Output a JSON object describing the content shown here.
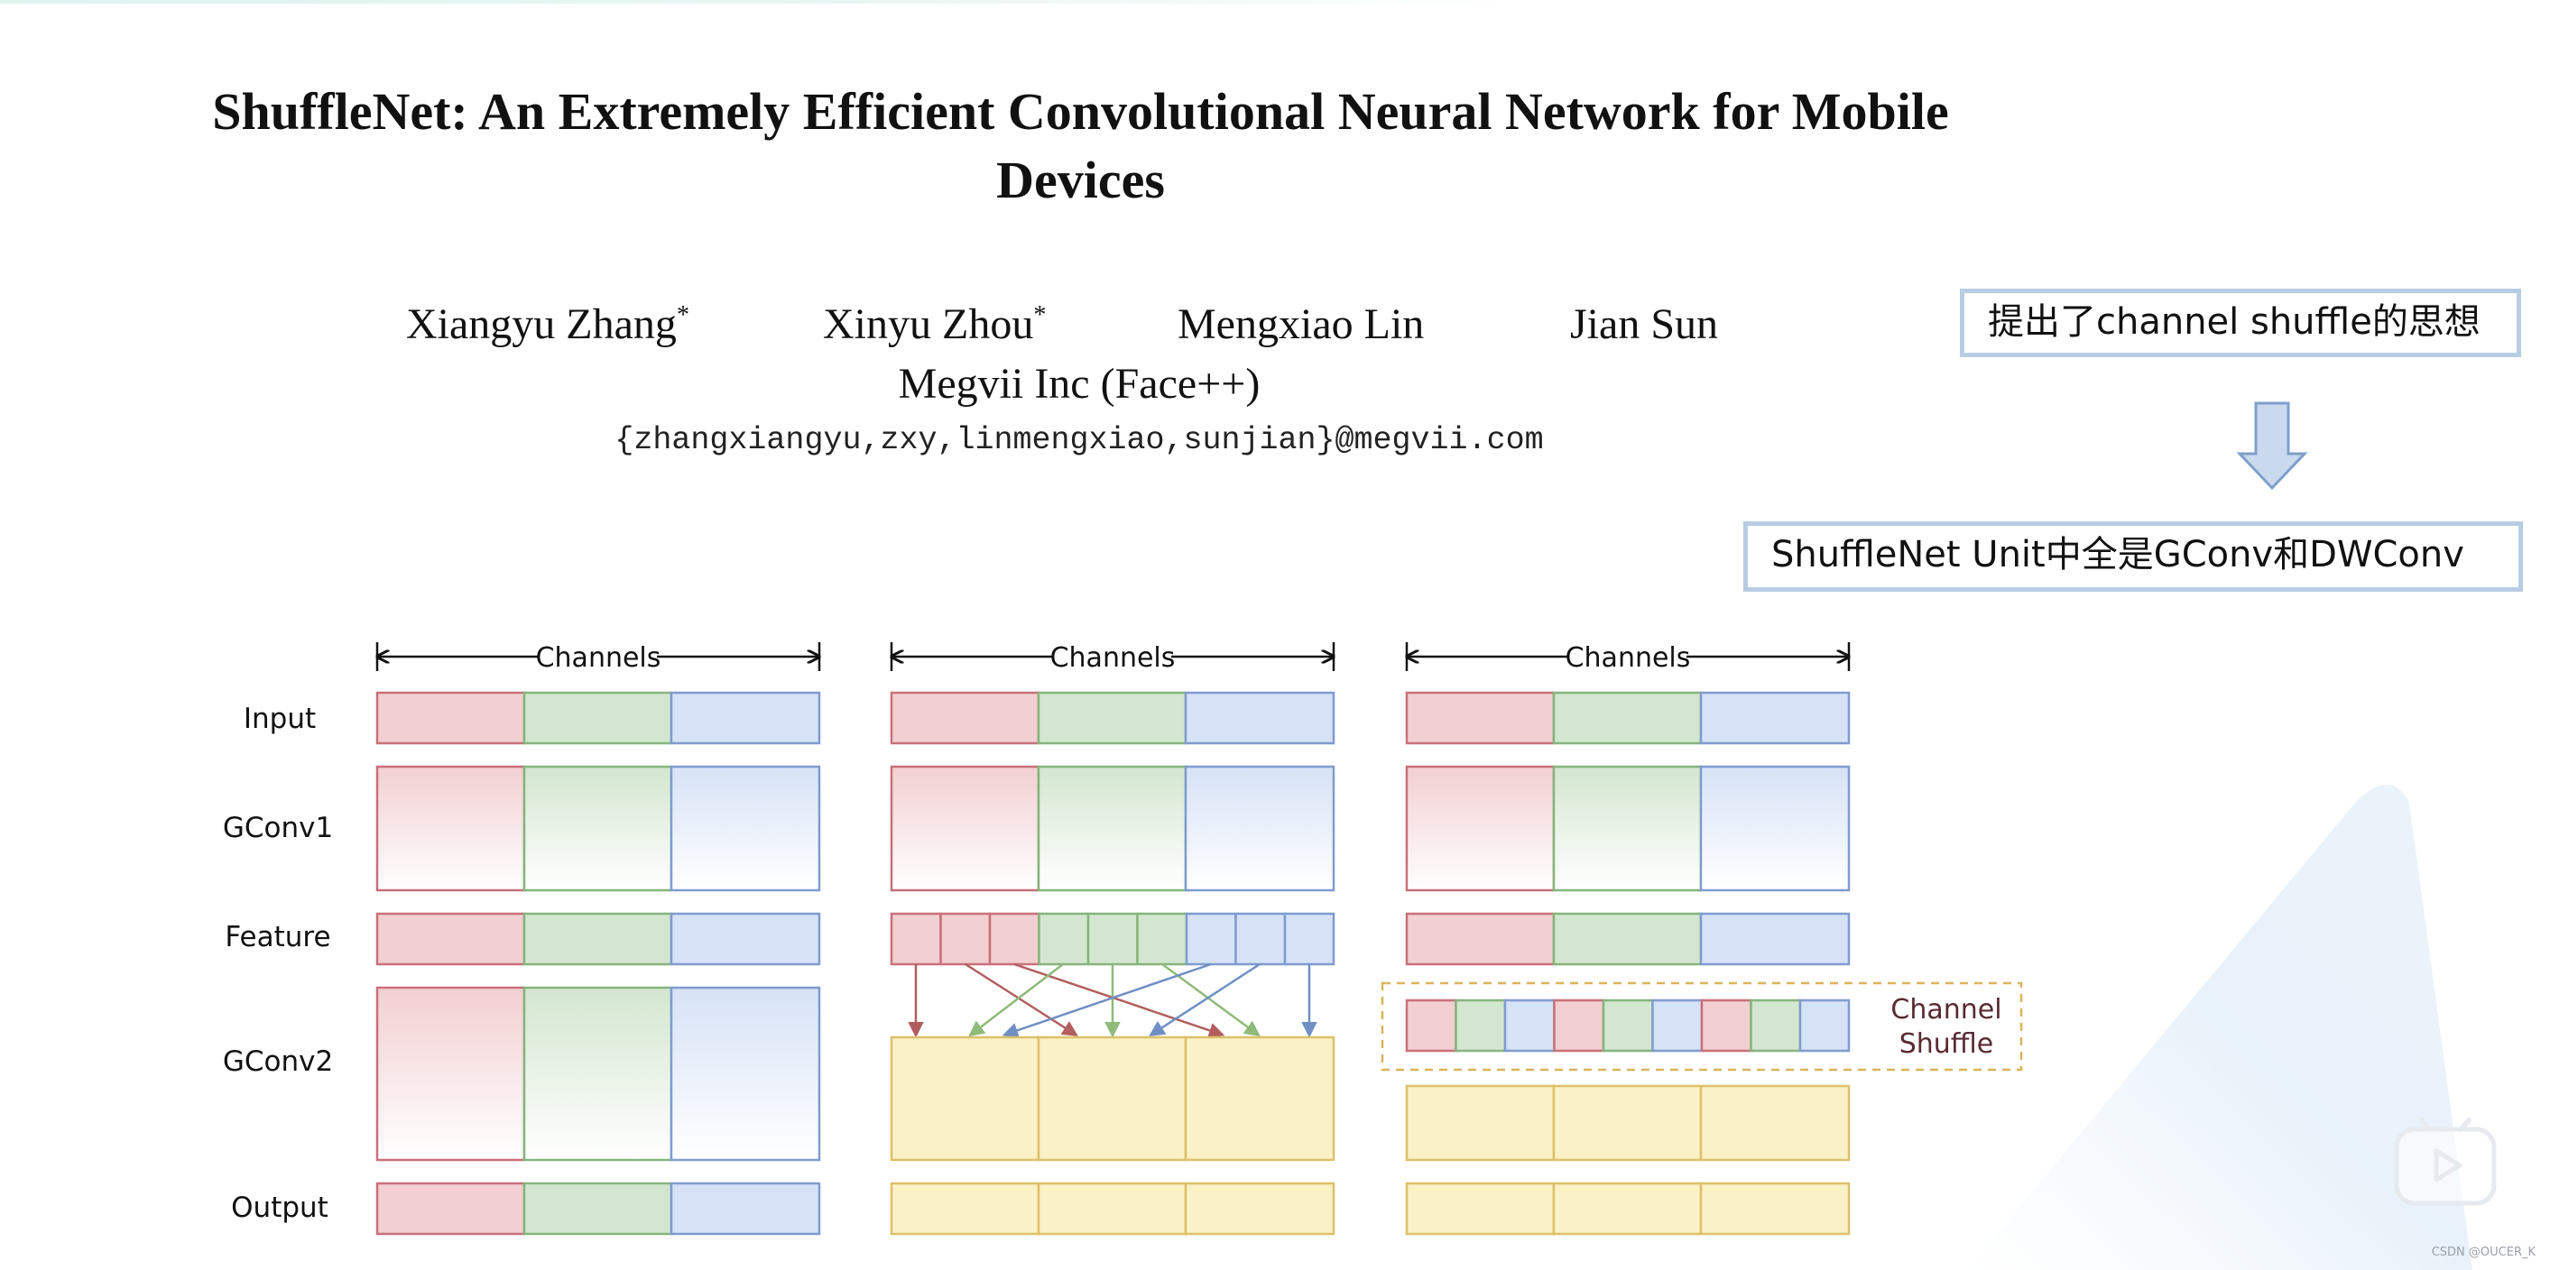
{
  "paper": {
    "title_line1": "ShuffleNet: An Extremely Efficient Convolutional Neural Network for Mobile",
    "title_line2": "Devices",
    "authors": [
      "Xiangyu Zhang",
      "Xinyu Zhou",
      "Mengxiao Lin",
      "Jian Sun"
    ],
    "author_mark": "*",
    "affiliation": "Megvii Inc (Face++)",
    "email": "{zhangxiangyu,zxy,linmengxiao,sunjian}@megvii.com"
  },
  "notes": {
    "note1": "提出了channel shuffle的思想",
    "note2": "ShuffleNet Unit中全是GConv和DWConv"
  },
  "diagram": {
    "channels_label": "Channels",
    "row_labels": [
      "Input",
      "GConv1",
      "Feature",
      "GConv2",
      "Output"
    ],
    "shuffle_label_line1": "Channel",
    "shuffle_label_line2": "Shuffle",
    "colors": {
      "red_fill": "#f2cfd1",
      "red_stroke": "#c8707a",
      "green_fill": "#d3e6cf",
      "green_stroke": "#85b57d",
      "blue_fill": "#d6e2f6",
      "blue_stroke": "#7f9ccf",
      "yellow_fill": "#fbf1c6",
      "yellow_stroke": "#dcc06a",
      "arrow_red": "#b25e5e",
      "arrow_green": "#8fba7a",
      "arrow_blue": "#6f8fc4",
      "dashed_border": "#d9b45a",
      "outline": "#6f86b8",
      "label_text": "#5a2a33"
    }
  },
  "watermark": {
    "text": "CSDN @OUCER_K",
    "play_icon": "play-icon"
  }
}
